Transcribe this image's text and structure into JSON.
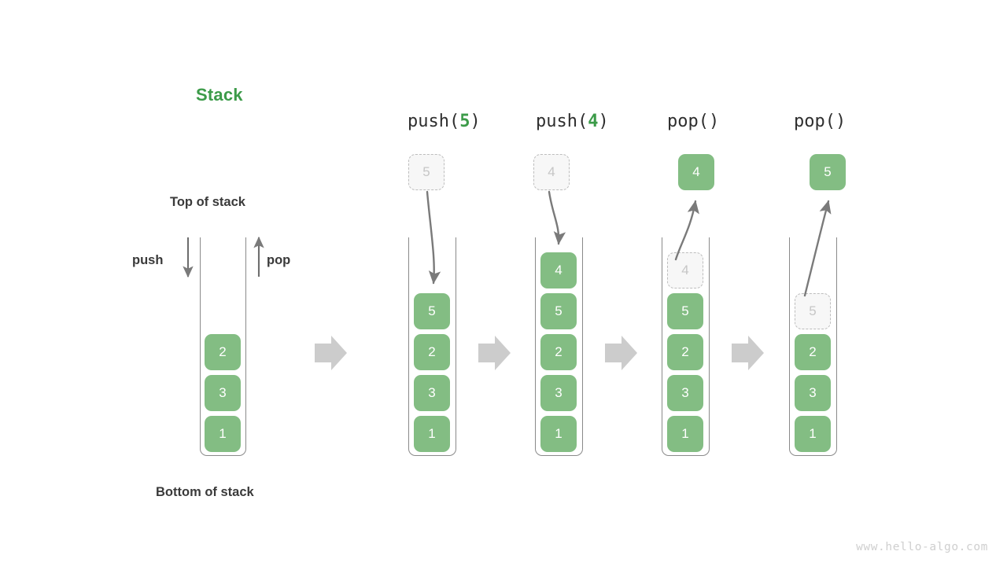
{
  "page": {
    "title": "Stack",
    "title_color": "#3c9b49",
    "background": "#ffffff",
    "watermark": "www.hello-algo.com"
  },
  "theme": {
    "element_fill": "#83bd83",
    "element_text": "#ffffff",
    "ghost_fill": "#f7f7f7",
    "ghost_border": "#bdbdbd",
    "ghost_text": "#c6c6c6",
    "frame_stroke": "#8a8a8a",
    "arrow_stroke": "#7a7a7a",
    "step_arrow_fill": "#cccccc",
    "label_color": "#3a3a3a"
  },
  "annotations": {
    "top_of_stack": "Top of stack",
    "bottom_of_stack": "Bottom of stack",
    "push": "push",
    "pop": "pop"
  },
  "captions": [
    {
      "name": "push-5",
      "prefix": "push(",
      "arg": "5",
      "suffix": ")"
    },
    {
      "name": "push-4",
      "prefix": "push(",
      "arg": "4",
      "suffix": ")"
    },
    {
      "name": "pop-1",
      "prefix": "pop(",
      "arg": "",
      "suffix": ")"
    },
    {
      "name": "pop-2",
      "prefix": "pop(",
      "arg": "",
      "suffix": ")"
    }
  ],
  "stacks": [
    {
      "name": "initial-stack",
      "contents": [
        "2",
        "3",
        "1"
      ],
      "floating": null,
      "ghost_in_stack": null,
      "ghost_above": null
    },
    {
      "name": "after-push-5",
      "contents": [
        "5",
        "2",
        "3",
        "1"
      ],
      "floating": null,
      "ghost_in_stack": null,
      "ghost_above": "5"
    },
    {
      "name": "after-push-4",
      "contents": [
        "4",
        "5",
        "2",
        "3",
        "1"
      ],
      "floating": null,
      "ghost_in_stack": null,
      "ghost_above": "4"
    },
    {
      "name": "after-pop-4",
      "contents": [
        "5",
        "2",
        "3",
        "1"
      ],
      "floating": "4",
      "ghost_in_stack": "4",
      "ghost_above": null
    },
    {
      "name": "after-pop-5",
      "contents": [
        "2",
        "3",
        "1"
      ],
      "floating": "5",
      "ghost_in_stack": "5",
      "ghost_above": null
    }
  ],
  "cells": {
    "c0_2": "2",
    "c0_3": "3",
    "c0_1": "1",
    "g1_5": "5",
    "c1_5": "5",
    "c1_2": "2",
    "c1_3": "3",
    "c1_1": "1",
    "g2_4": "4",
    "c2_4": "4",
    "c2_5": "5",
    "c2_2": "2",
    "c2_3": "3",
    "c2_1": "1",
    "f3_4": "4",
    "g3_4": "4",
    "c3_5": "5",
    "c3_2": "2",
    "c3_3": "3",
    "c3_1": "1",
    "f4_5": "5",
    "g4_5": "5",
    "c4_2": "2",
    "c4_3": "3",
    "c4_1": "1"
  },
  "step_arrows": [
    {
      "name": "step-arrow-1"
    },
    {
      "name": "step-arrow-2"
    },
    {
      "name": "step-arrow-3"
    },
    {
      "name": "step-arrow-4"
    }
  ]
}
